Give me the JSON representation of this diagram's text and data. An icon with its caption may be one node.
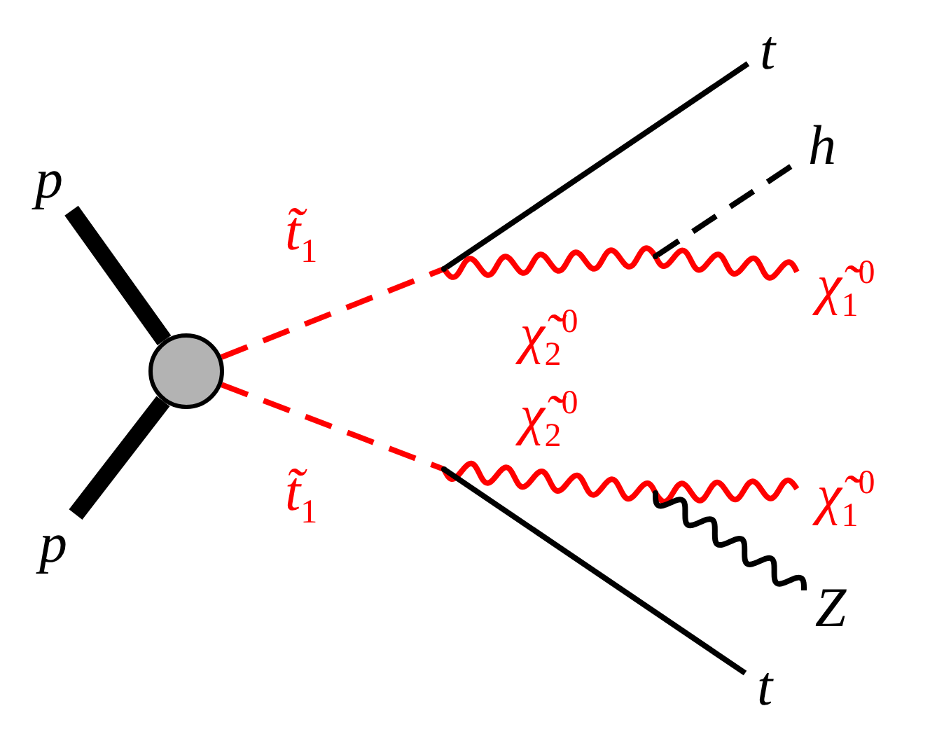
{
  "diagram": {
    "nodes": [
      {
        "text": [
          "p"
        ]
      },
      {
        "text": [
          "p"
        ]
      },
      {
        "text": [],
        "shape": "circle"
      },
      {
        "text": [],
        "shape": "dot"
      },
      {
        "text": [],
        "shape": "dot"
      },
      {
        "text": [
          "t"
        ]
      },
      {
        "text": [],
        "shape": "dot"
      },
      {
        "text": [
          "h"
        ]
      },
      {
        "text": [
          "χ̃$_{1}$$^{0}$"
        ]
      },
      {
        "text": [],
        "shape": "dot"
      },
      {
        "text": [
          "χ̃$_{1}$$^{0}$"
        ]
      },
      {
        "text": [
          "Z"
        ]
      },
      {
        "text": [
          "t"
        ]
      }
    ],
    "edges": [
      {
        "from": 0,
        "to": 2,
        "arrow": "none",
        "style": "thick"
      },
      {
        "from": 1,
        "to": 2,
        "arrow": "none",
        "style": "thick"
      },
      {
        "from": 2,
        "to": 3,
        "arrow": "none",
        "style": "dashed",
        "color": "#ff0000",
        "label": "t̃$_{1}$"
      },
      {
        "from": 2,
        "to": 4,
        "arrow": "none",
        "style": "dashed",
        "color": "#ff0000",
        "label": "t̃$_{1}$"
      },
      {
        "from": 3,
        "to": 5,
        "arrow": "none"
      },
      {
        "from": 3,
        "to": 6,
        "arrow": "none",
        "color": "#ff0000",
        "label": "χ̃$_{2}$$^{0}$"
      },
      {
        "from": 6,
        "to": 7,
        "arrow": "none",
        "style": "dashed"
      },
      {
        "from": 6,
        "to": 8,
        "arrow": "none",
        "color": "#ff0000"
      },
      {
        "from": 4,
        "to": 9,
        "arrow": "none",
        "color": "#ff0000",
        "label": "χ̃$_{2}$$^{0}$"
      },
      {
        "from": 9,
        "to": 10,
        "arrow": "none",
        "color": "#ff0000"
      },
      {
        "from": 9,
        "to": 11,
        "arrow": "none"
      },
      {
        "from": 4,
        "to": 12,
        "arrow": "none"
      }
    ]
  }
}
